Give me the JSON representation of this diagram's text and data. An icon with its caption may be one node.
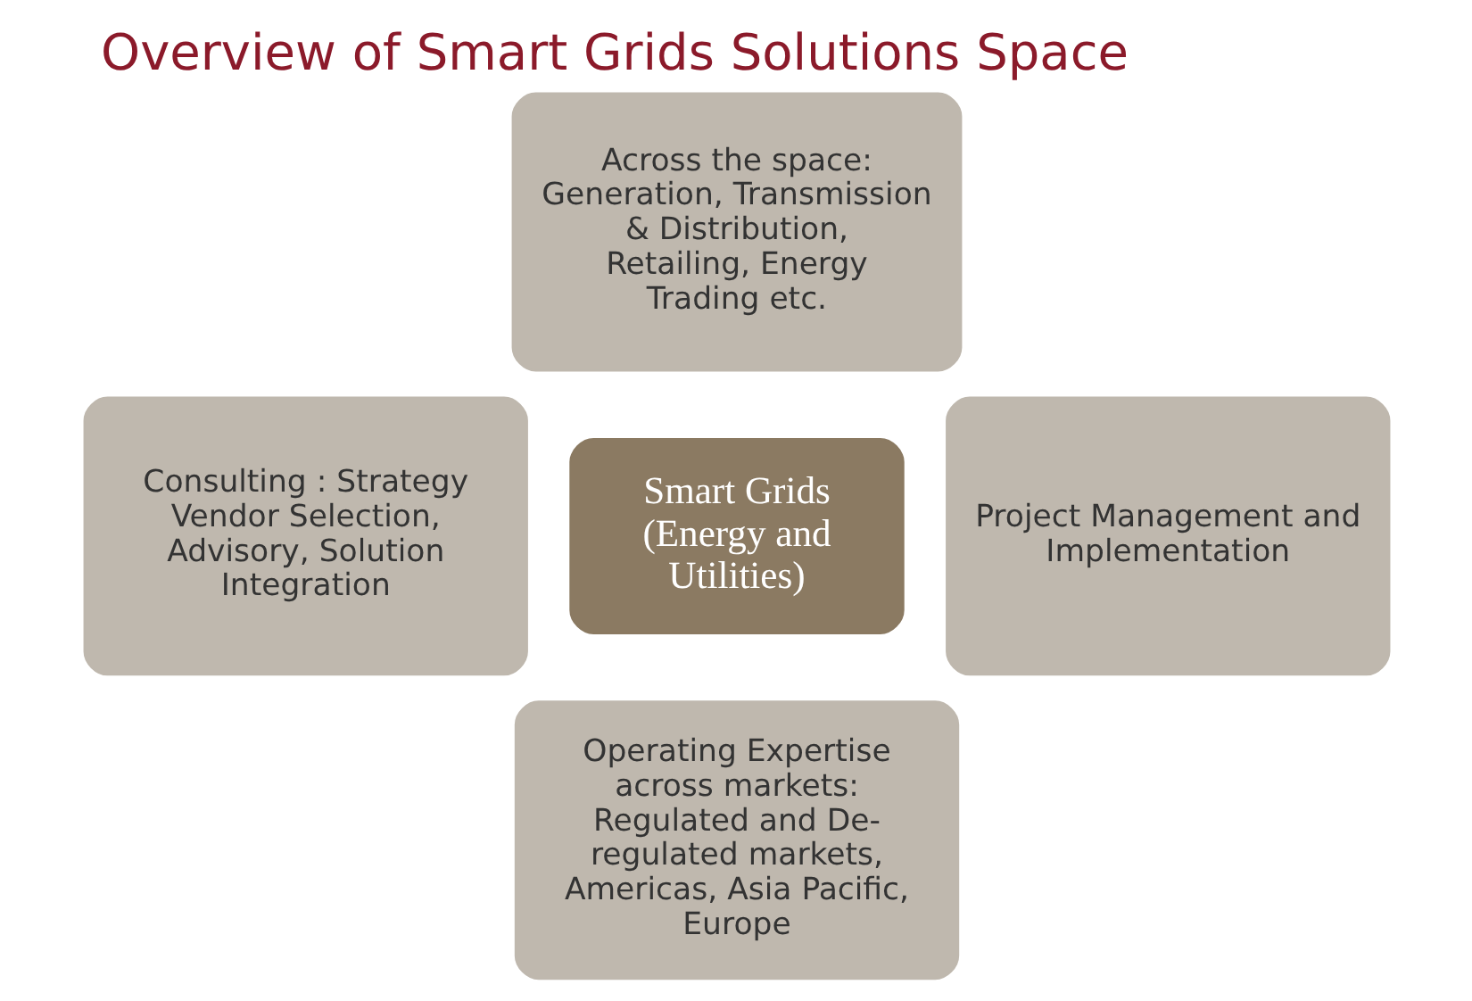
{
  "diagram": {
    "title": "Overview of Smart Grids Solutions Space",
    "nodes": [
      {
        "text": [
          "Across the space: Generation, Transmission & Distribution, Retailing, Energy Trading etc."
        ]
      },
      {
        "text": [
          "Consulting : Strategy Vendor Selection, Advisory, Solution Integration"
        ]
      },
      {
        "text": [
          "Smart Grids (Energy and Utilities)"
        ]
      },
      {
        "text": [
          "Project Management and Implementation"
        ]
      },
      {
        "text": [
          "Operating Expertise across markets: Regulated and De-regulated markets, Americas, Asia Pacific, Europe"
        ]
      }
    ],
    "edges": []
  }
}
